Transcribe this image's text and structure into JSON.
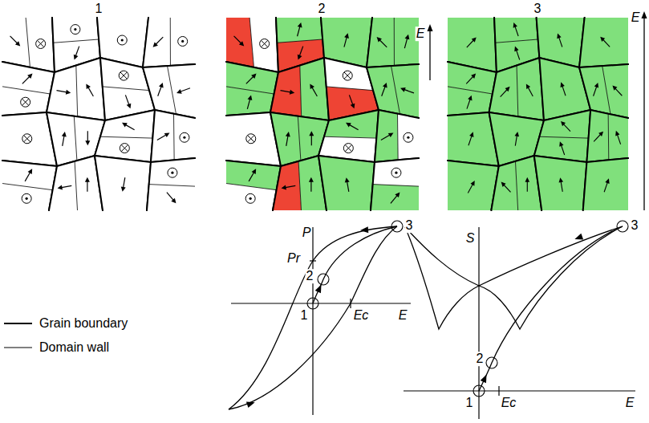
{
  "diagram": {
    "labels": [
      "1",
      "2",
      "E",
      "3",
      "E",
      "P",
      "Pr",
      "2",
      "1",
      "Ec",
      "E",
      "3",
      "S",
      "3",
      "2",
      "1",
      "Ec",
      "E"
    ],
    "legend": [
      {
        "text": "Grain boundary"
      },
      {
        "text": "Domain wall"
      }
    ]
  }
}
